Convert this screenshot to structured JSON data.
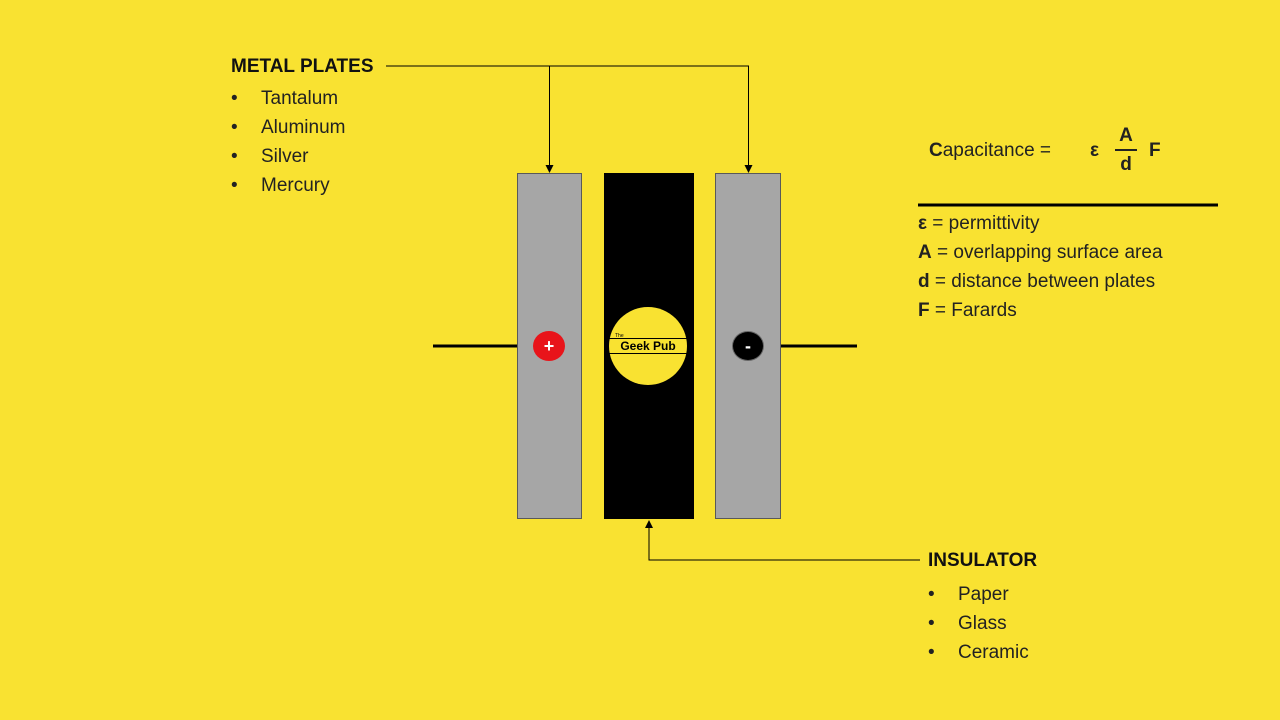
{
  "metal_plates": {
    "heading": "METAL PLATES",
    "items": [
      "Tantalum",
      "Aluminum",
      "Silver",
      "Mercury"
    ]
  },
  "insulator": {
    "heading": "INSULATOR",
    "items": [
      "Paper",
      "Glass",
      "Ceramic"
    ]
  },
  "bullet": "•",
  "terminals": {
    "positive": "+",
    "negative": "-"
  },
  "logo": {
    "small_text": "The",
    "text": "Geek Pub"
  },
  "formula": {
    "label_initial": "C",
    "label_rest": "apacitance =",
    "epsilon": "ε",
    "numerator": "A",
    "denominator": "d",
    "unit": "F"
  },
  "legend": [
    {
      "symbol": "ε",
      "text": " = permittivity"
    },
    {
      "symbol": "A",
      "text": " = overlapping surface area"
    },
    {
      "symbol": "d",
      "text": " = distance between plates"
    },
    {
      "symbol": "F",
      "text": " =  Farards"
    }
  ],
  "colors": {
    "background": "#f9e231",
    "plate": "#a6a6a6",
    "insulator": "#000000",
    "positive_terminal": "#e8141a",
    "negative_terminal": "#000000"
  }
}
